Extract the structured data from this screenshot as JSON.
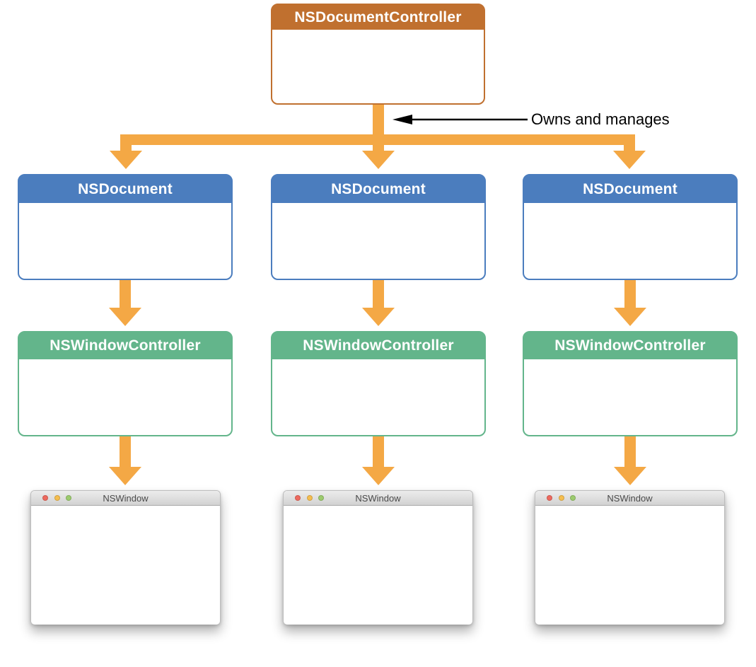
{
  "colors": {
    "owner_header": "#C0702F",
    "document_header": "#4B7DBE",
    "window_controller_header": "#63B58B",
    "flow_arrow": "#F4A845",
    "annotation_text": "#000000",
    "traffic_light_close": "#EE6A5F",
    "traffic_light_minimize": "#F5BE4F",
    "traffic_light_zoom": "#9CCB6E"
  },
  "top_node": {
    "label": "NSDocumentController"
  },
  "annotation": {
    "label": "Owns and manages"
  },
  "columns": [
    {
      "document_label": "NSDocument",
      "window_controller_label": "NSWindowController",
      "window_title": "NSWindow"
    },
    {
      "document_label": "NSDocument",
      "window_controller_label": "NSWindowController",
      "window_title": "NSWindow"
    },
    {
      "document_label": "NSDocument",
      "window_controller_label": "NSWindowController",
      "window_title": "NSWindow"
    }
  ]
}
